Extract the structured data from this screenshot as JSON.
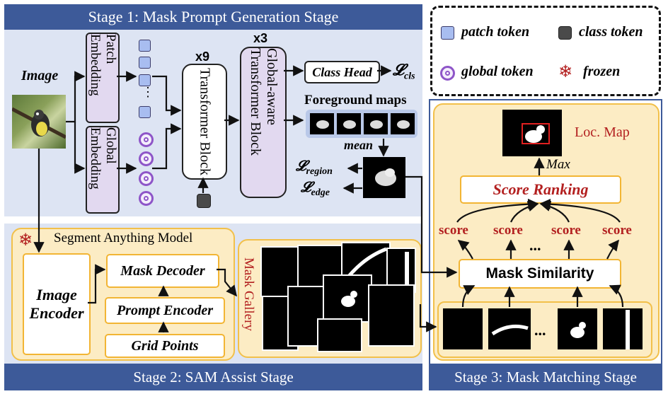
{
  "stage1": {
    "title": "Stage 1: Mask Prompt Generation Stage",
    "image_label": "Image",
    "patch_embedding": "Patch Embedding",
    "global_embedding": "Global Embedding",
    "x9": "x9",
    "transformer_block": "Transformer Block",
    "x3": "x3",
    "global_aware_block": "Global-aware Transformer Block",
    "class_head": "Class Head",
    "l_cls": "𝓛",
    "l_cls_sub": "cls",
    "foreground_maps": "Foreground maps",
    "mean": "mean",
    "l_region": "𝓛",
    "l_region_sub": "region",
    "l_edge": "𝓛",
    "l_edge_sub": "edge",
    "ellipsis": "⋮"
  },
  "legend": {
    "patch_token": "patch token",
    "class_token": "class token",
    "global_token": "global token",
    "frozen": "frozen"
  },
  "stage2": {
    "title": "Stage 2: SAM Assist Stage",
    "sam_label": "Segment Anything Model",
    "image_encoder": "Image Encoder",
    "mask_decoder": "Mask Decoder",
    "prompt_encoder": "Prompt Encoder",
    "grid_points": "Grid Points",
    "mask_gallery": "Mask Gallery"
  },
  "stage3": {
    "title": "Stage 3: Mask Matching Stage",
    "loc_map": "Loc. Map",
    "max": "Max",
    "score_ranking": "Score Ranking",
    "scores": [
      "score",
      "score",
      "score",
      "score"
    ],
    "dots": "...",
    "mask_similarity": "Mask Similarity",
    "mask_dots": "..."
  },
  "colors": {
    "stage_bar": "#3d5a99",
    "panel_blue": "#dde4f3",
    "panel_yellow": "#fcecc4",
    "accent_red": "#b32020",
    "embedding_purple": "#e2d9f0"
  }
}
